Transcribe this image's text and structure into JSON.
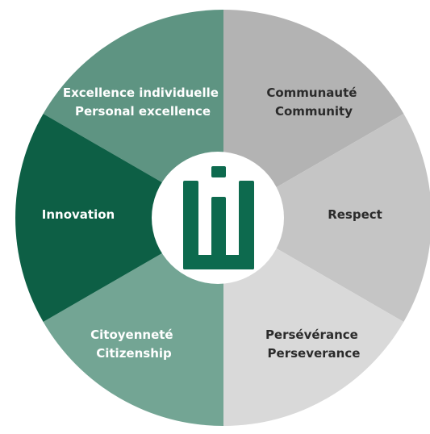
{
  "segments": [
    {
      "lines": [
        "Excellence individuelle",
        "Personal excellence"
      ],
      "color": "#5e9482",
      "text_color": "#ffffff"
    },
    {
      "lines": [
        "Communauté",
        "Community"
      ],
      "color": "#b3b3b3",
      "text_color": "#2b2b2b"
    },
    {
      "lines": [
        "Respect"
      ],
      "color": "#c5c5c5",
      "text_color": "#2b2b2b"
    },
    {
      "lines": [
        "Persévérance",
        "Perseverance"
      ],
      "color": "#d9d9d9",
      "text_color": "#2b2b2b"
    },
    {
      "lines": [
        "Citoyenneté",
        "Citizenship"
      ],
      "color": "#73a594",
      "text_color": "#ffffff"
    },
    {
      "lines": [
        "Innovation"
      ],
      "color": "#0d5f45",
      "text_color": "#ffffff"
    }
  ],
  "logo": {
    "name": "W-logo",
    "color": "#0d6a4e",
    "background": "#ffffff"
  }
}
